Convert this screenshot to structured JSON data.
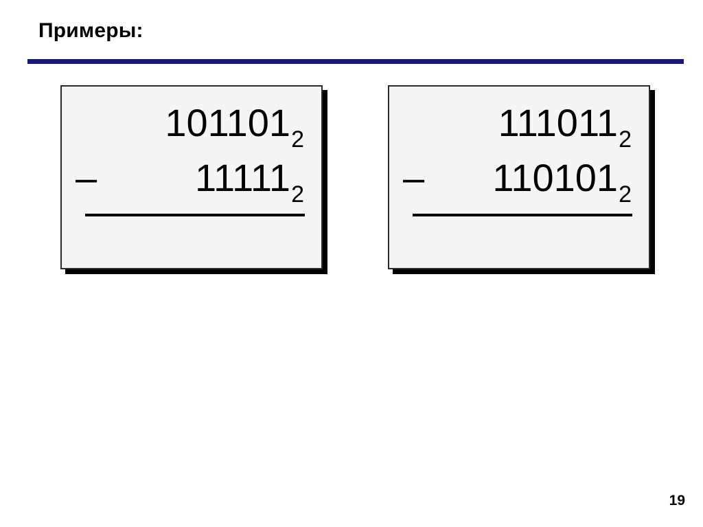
{
  "slide": {
    "title": "Примеры:",
    "page_number": "19",
    "accent_color": "#181878",
    "background_color": "#ffffff",
    "box_fill_color": "#f5f5f5",
    "box_border_color": "#2b2b2b",
    "shadow_color": "#000000",
    "text_color": "#000000"
  },
  "examples": [
    {
      "id": "example-1",
      "minuend": {
        "digits": "101101",
        "base": "2"
      },
      "operator": "–",
      "subtrahend": {
        "digits": "11111",
        "base": "2"
      },
      "result": ""
    },
    {
      "id": "example-2",
      "minuend": {
        "digits": "111011",
        "base": "2"
      },
      "operator": "–",
      "subtrahend": {
        "digits": "110101",
        "base": "2"
      },
      "result": ""
    }
  ]
}
